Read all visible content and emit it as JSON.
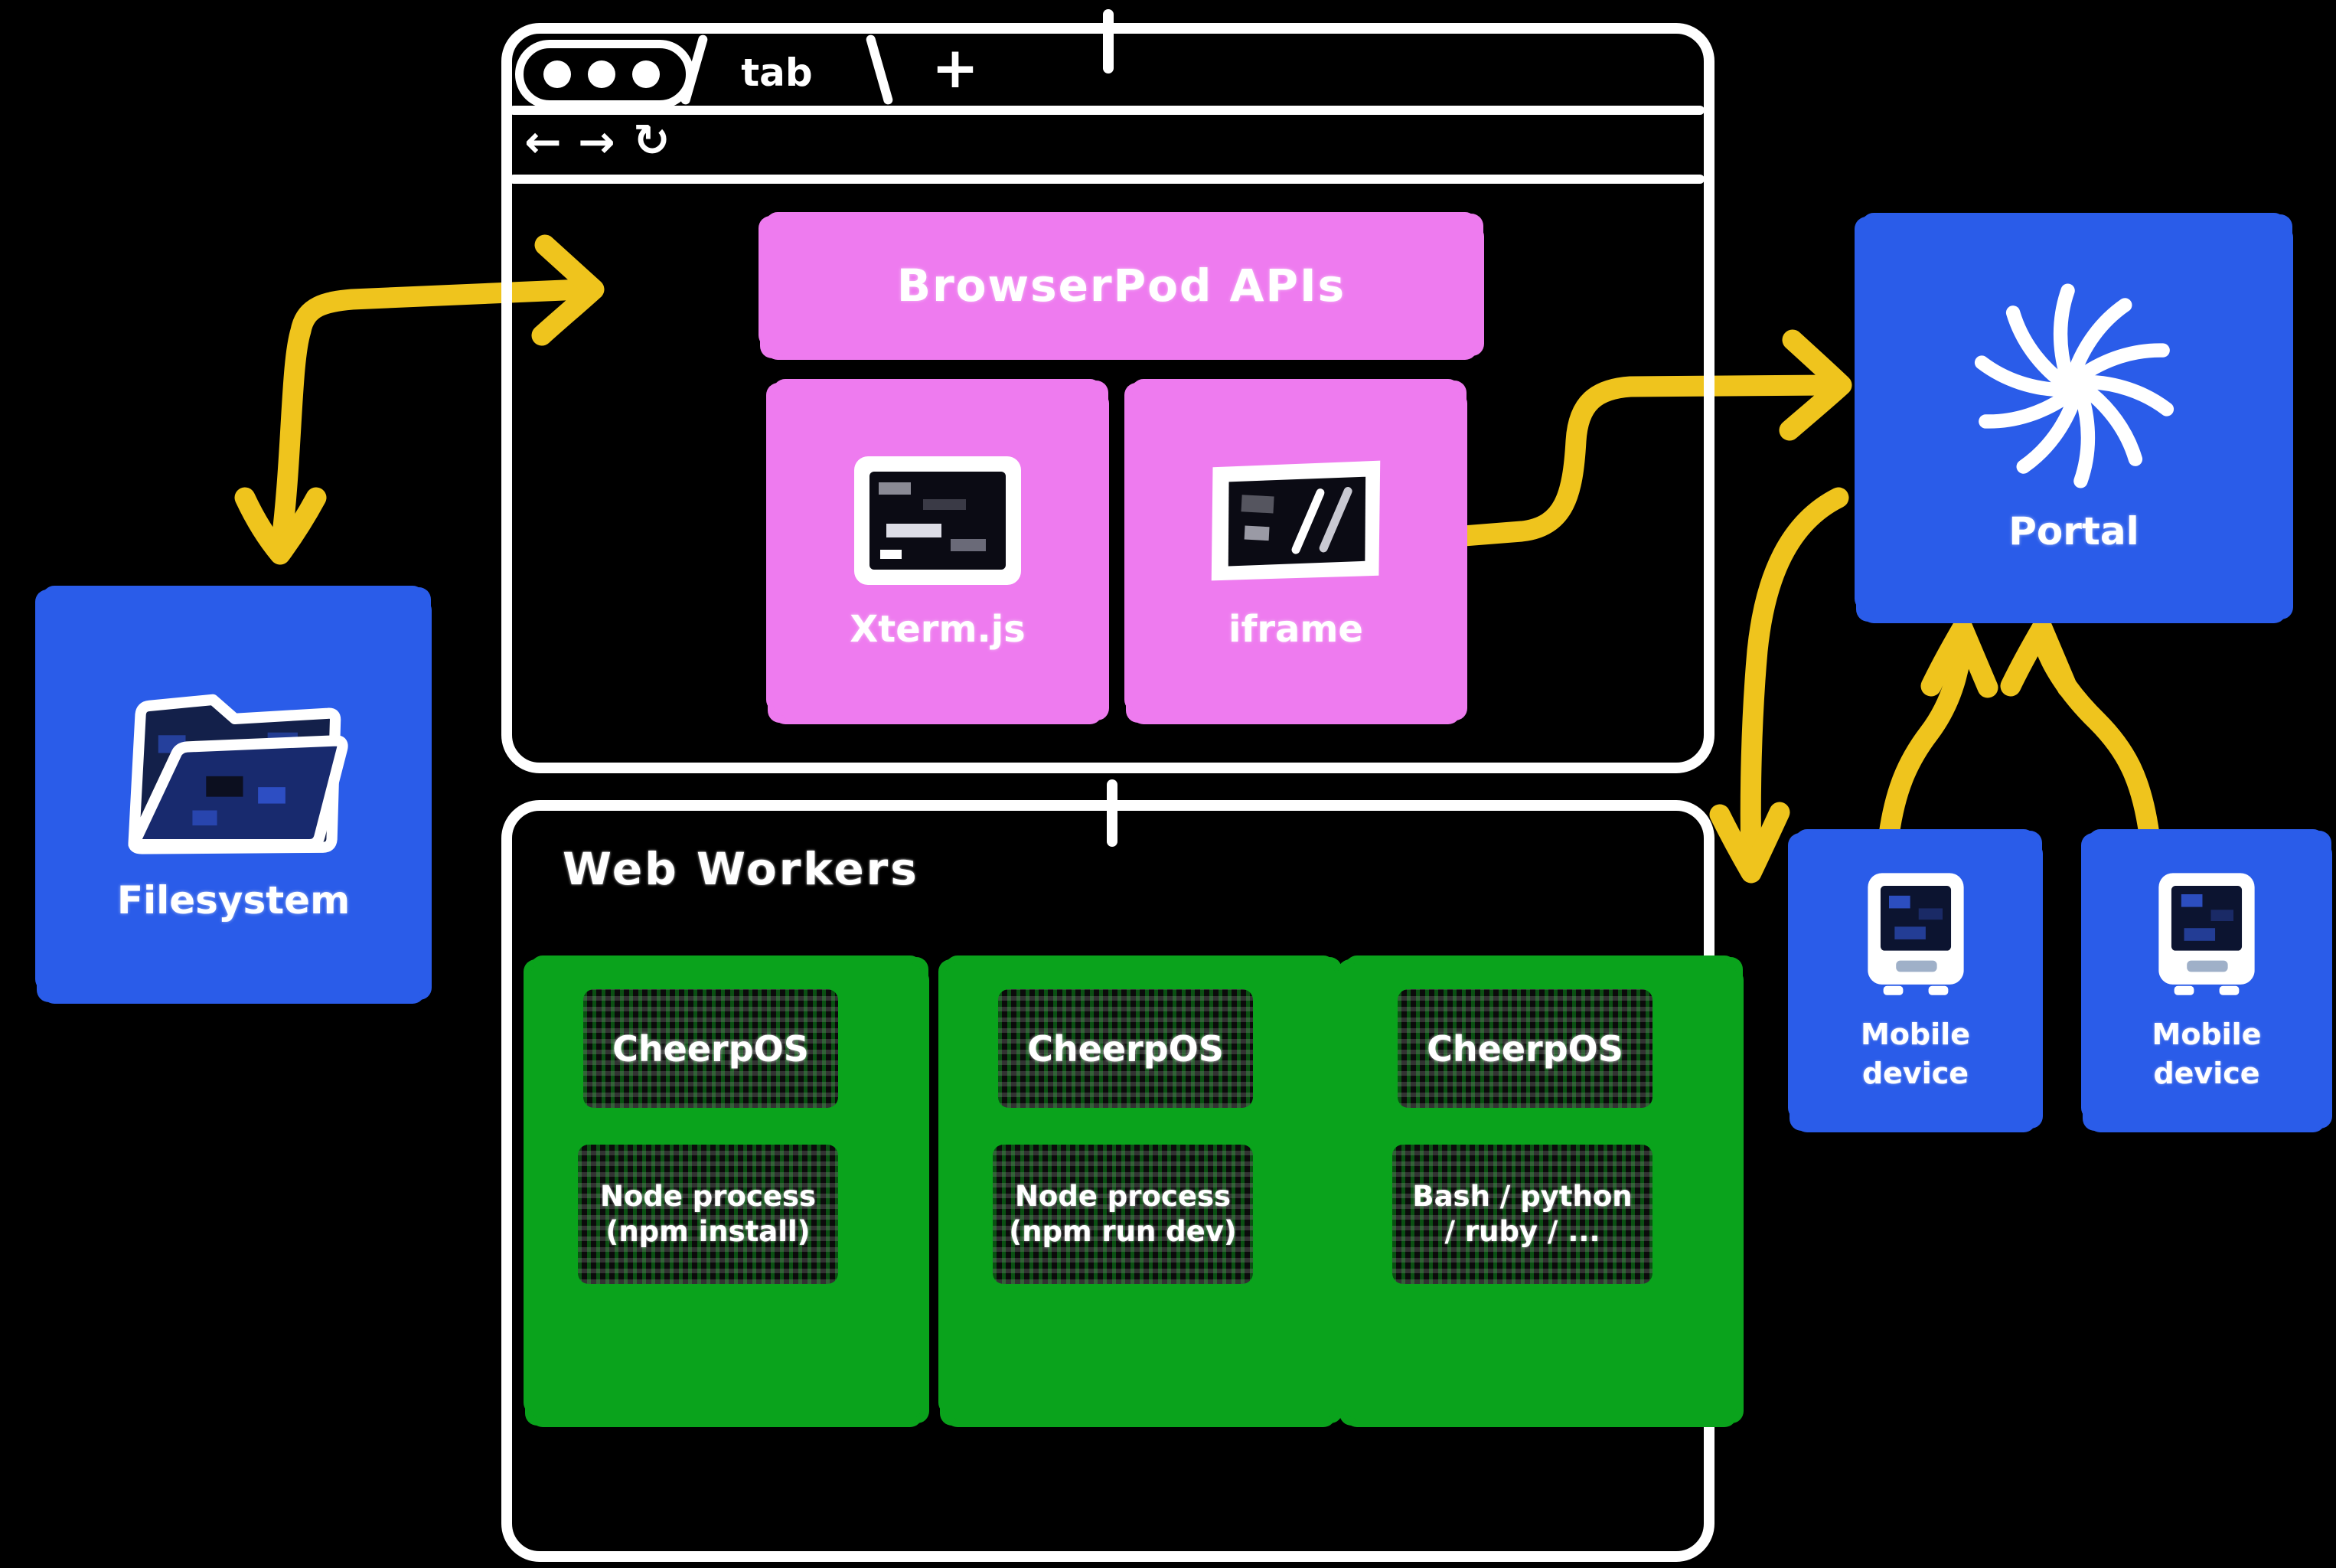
{
  "colors": {
    "background": "#000000",
    "window_stroke": "#ffffff",
    "blue": "#2a5ce9",
    "pink": "#ee7bef",
    "green": "#0aa31c",
    "arrow_yellow": "#efc41d"
  },
  "browser_window": {
    "tab_label": "tab",
    "new_tab_label": "+",
    "back_icon": "←",
    "forward_icon": "→",
    "reload_icon": "↻",
    "apis_label": "BrowserPod APIs",
    "xterm_label": "Xterm.js",
    "iframe_label": "iframe"
  },
  "filesystem": {
    "label": "Filesystem"
  },
  "portal": {
    "label": "Portal"
  },
  "mobile_devices": [
    {
      "line1": "Mobile",
      "line2": "device"
    },
    {
      "line1": "Mobile",
      "line2": "device"
    }
  ],
  "web_workers": {
    "title": "Web Workers",
    "items": [
      {
        "os": "CheerpOS",
        "process_line1": "Node process",
        "process_line2": "(npm install)"
      },
      {
        "os": "CheerpOS",
        "process_line1": "Node process",
        "process_line2": "(npm run dev)"
      },
      {
        "os": "CheerpOS",
        "process_line1": "Bash / python",
        "process_line2": "/ ruby / ..."
      }
    ]
  },
  "icons": {
    "window_controls": "three-dots",
    "terminal": "terminal-screenshot",
    "iframe": "code-frame",
    "folder": "open-folder",
    "portal": "spiral-pinwheel",
    "mobile": "handheld-device"
  }
}
